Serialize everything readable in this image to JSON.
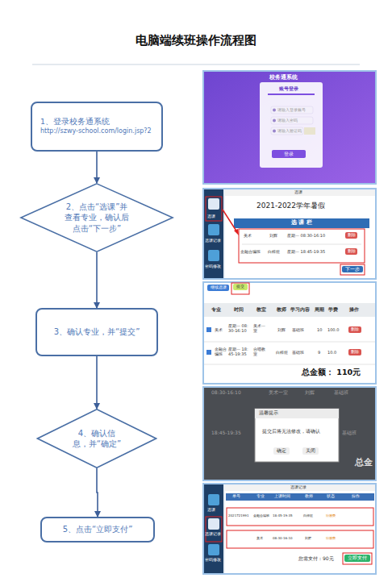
{
  "diagram": {
    "title": "电脑端续班操作流程图",
    "nodes": [
      {
        "text": [
          "1、登录校务通系统",
          "http://szwy-school.com/login.jsp?2"
        ]
      },
      {
        "text": [
          "2、点击“选课”并查看专业，确认后点击“下一步”"
        ]
      },
      {
        "text": [
          "3、确认专业，并“提交”"
        ]
      },
      {
        "text": [
          "4、确认信息，并“确定”"
        ]
      },
      {
        "text": [
          "5、点击“立即支付”"
        ]
      }
    ],
    "edges": [
      {
        "from": 0,
        "to": 1,
        "arrow": "to"
      },
      {
        "from": 1,
        "to": 2,
        "arrow": "to"
      },
      {
        "from": 2,
        "to": 3,
        "arrow": "to"
      },
      {
        "from": 3,
        "to": 4,
        "arrow": "to"
      }
    ],
    "labels": [
      "校务通系统",
      "账号登录",
      "请输入登录账号",
      "请输入密码",
      "请输入验证码",
      "登录",
      "选课",
      "选课记录",
      "密码修改",
      "选课",
      "2021-2022学年暑假",
      "选 课 栏",
      "美术",
      "刘辉",
      "星期一 08:30-16:10",
      "删除",
      "金融合编班",
      "白梓煜",
      "星期一 18:45-19:35",
      "删除",
      "下一步",
      "继续选课",
      "提交",
      "专业",
      "时间",
      "教室",
      "教师",
      "学习内容",
      "周期",
      "学费",
      "操作",
      "美术",
      "星期一 08:30-16:10",
      "美术一室",
      "刘辉",
      "基础班",
      "10",
      "100.0",
      "删除",
      "金融合编班",
      "星期一 18:45-19:35",
      "合唱教室",
      "白梓煜",
      "基础班",
      "9",
      "10.0",
      "删除",
      "总金额： 110元",
      "08:30-16:10",
      "美术一室",
      "刘辉",
      "基础班",
      "18:45-19:35",
      "基础班",
      "温馨提示",
      "提交后将无法修改，请确认",
      "确定",
      "关闭",
      "总金",
      "选课",
      "选课记录",
      "密码修改",
      "选课记录",
      "单号",
      "专业",
      "上课时间",
      "教师",
      "状态",
      "操作",
      "2021721991",
      "金融合编班",
      "18:45-19:35",
      "白梓煜",
      "待缴费",
      "美术",
      "08:30-16:10",
      "刘辉",
      "待缴费",
      "您需支付：90元",
      "立即支付"
    ]
  }
}
